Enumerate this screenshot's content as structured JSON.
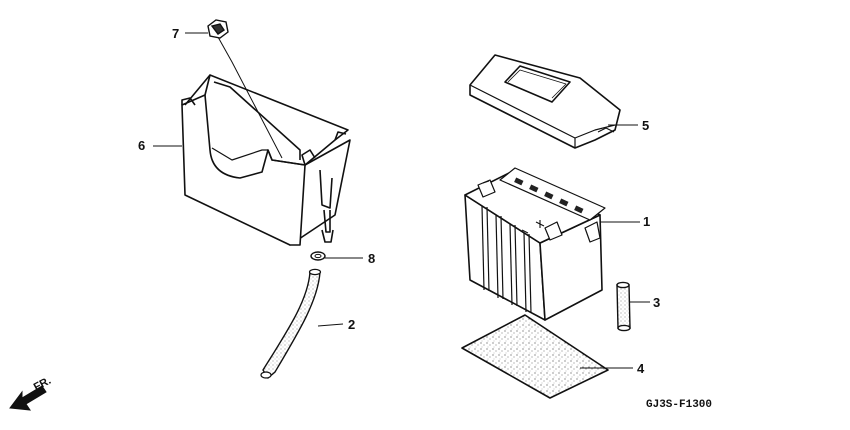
{
  "diagram": {
    "figure_code": "GJ3S-F1300",
    "direction_label": "FR.",
    "callouts": [
      {
        "id": "1",
        "label": "1"
      },
      {
        "id": "2",
        "label": "2"
      },
      {
        "id": "3",
        "label": "3"
      },
      {
        "id": "4",
        "label": "4"
      },
      {
        "id": "5",
        "label": "5"
      },
      {
        "id": "6",
        "label": "6"
      },
      {
        "id": "7",
        "label": "7"
      },
      {
        "id": "8",
        "label": "8"
      }
    ]
  }
}
